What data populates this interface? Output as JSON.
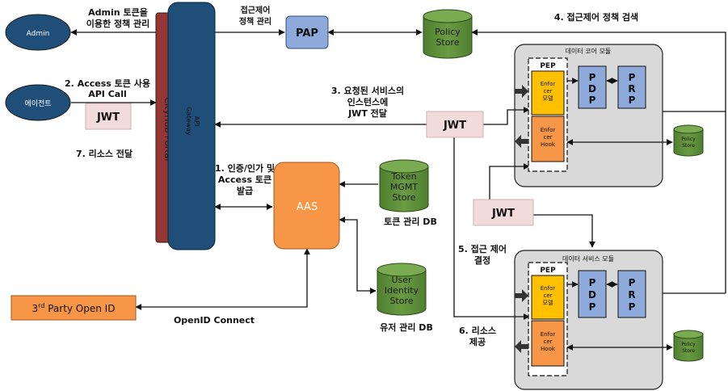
{
  "nodes": {
    "admin": "Admin",
    "agent": "에이전트",
    "portal": "CityHub Portal",
    "gateway_line1": "API",
    "gateway_line2": "Gateway",
    "pap": "PAP",
    "policy_store_line1": "Policy",
    "policy_store_line2": "Store",
    "aas": "AAS",
    "token_store_line1": "Token",
    "token_store_line2": "MGMT",
    "token_store_line3": "Store",
    "user_store_line1": "User",
    "user_store_line2": "Identity",
    "user_store_line3": "Store",
    "third_party_prefix": "3",
    "third_party_sup": "rd",
    "third_party_suffix": " Party Open ID",
    "jwt": "JWT",
    "token_db": "토큰 관리 DB",
    "user_db": "유저 관리 DB"
  },
  "modules": {
    "core_title": "데이터 코어 모듈",
    "service_title": "데이터 서비스 모듈",
    "pep": "PEP",
    "enforcer_model_line1": "Enfor",
    "enforcer_model_line2": "cer",
    "enforcer_model_line3": "모델",
    "enforcer_hook_line1": "Enfor",
    "enforcer_hook_line2": "cer",
    "enforcer_hook_line3": "Hook",
    "pdp": [
      "P",
      "D",
      "P"
    ],
    "prp": [
      "P",
      "R",
      "P"
    ],
    "mini_store_line1": "Policy",
    "mini_store_line2": "Store"
  },
  "labels": {
    "admin_policy_line1": "Admin 토큰을",
    "admin_policy_line2": "이용한 정책 관리",
    "access_control_line1": "접근제어",
    "access_control_line2": "정책 관리",
    "step4": "4. 접근제어 정책 검색",
    "step2_line1": "2. Access 토큰 사용",
    "step2_line2": "API Call",
    "step3_line1": "3. 요청된 서비스의",
    "step3_line2": "인스턴스에",
    "step3_line3": "JWT 전달",
    "step7": "7. 리소스 전달",
    "step1_line1": "1. 인증/인가 및",
    "step1_line2": "Access 토큰",
    "step1_line3": "발급",
    "step5_line1": "5. 접근 제어",
    "step5_line2": "결정",
    "step6_line1": "6. 리소스",
    "step6_line2": "제공",
    "openid_connect": "OpenID Connect"
  },
  "colors": {
    "navy": "#1f4e79",
    "dark_red": "#943634",
    "light_blue": "#8eaadb",
    "green": "#548235",
    "orange": "#f79646",
    "pink": "#f2dcdb",
    "gray_module": "#d9d9d9",
    "pep_yellow": "#ffc000"
  }
}
